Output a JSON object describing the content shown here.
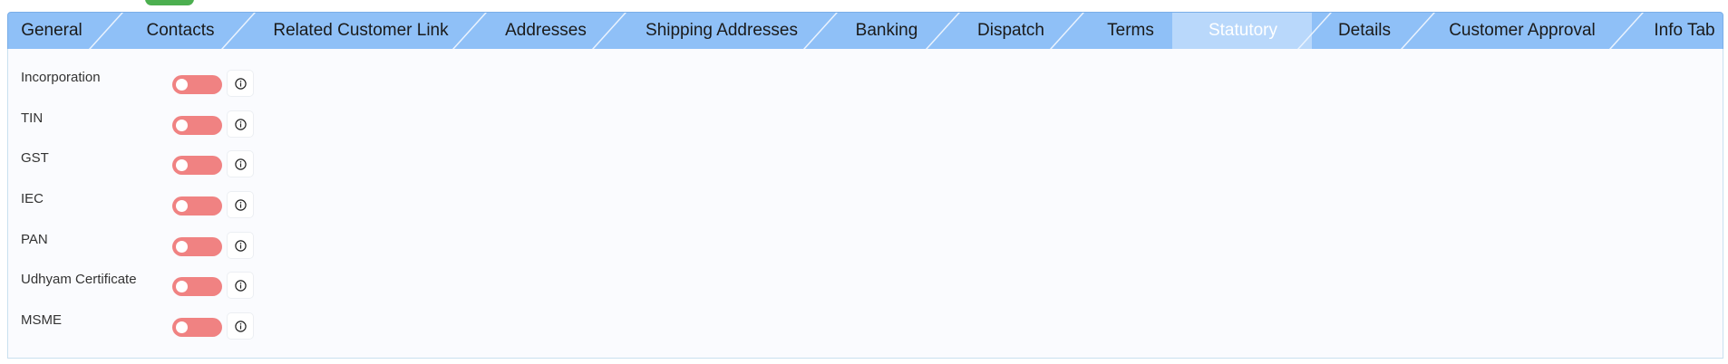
{
  "tabs": [
    {
      "label": "General"
    },
    {
      "label": "Contacts"
    },
    {
      "label": "Related Customer Link"
    },
    {
      "label": "Addresses"
    },
    {
      "label": "Shipping Addresses"
    },
    {
      "label": "Banking"
    },
    {
      "label": "Dispatch"
    },
    {
      "label": "Terms"
    },
    {
      "label": "Statutory",
      "active": true
    },
    {
      "label": "Details"
    },
    {
      "label": "Customer Approval"
    },
    {
      "label": "Info Tab"
    }
  ],
  "statutory_fields": [
    {
      "label": "Incorporation",
      "enabled": false
    },
    {
      "label": "TIN",
      "enabled": false
    },
    {
      "label": "GST",
      "enabled": false
    },
    {
      "label": "IEC",
      "enabled": false
    },
    {
      "label": "PAN",
      "enabled": false
    },
    {
      "label": "Udhyam Certificate",
      "enabled": false
    },
    {
      "label": "MSME",
      "enabled": false
    }
  ],
  "colors": {
    "tab_bar": "#8fc0f7",
    "tab_active": "#b9d8fb",
    "toggle_off": "#f08282"
  },
  "icons": {
    "info": "info-circle-icon"
  }
}
